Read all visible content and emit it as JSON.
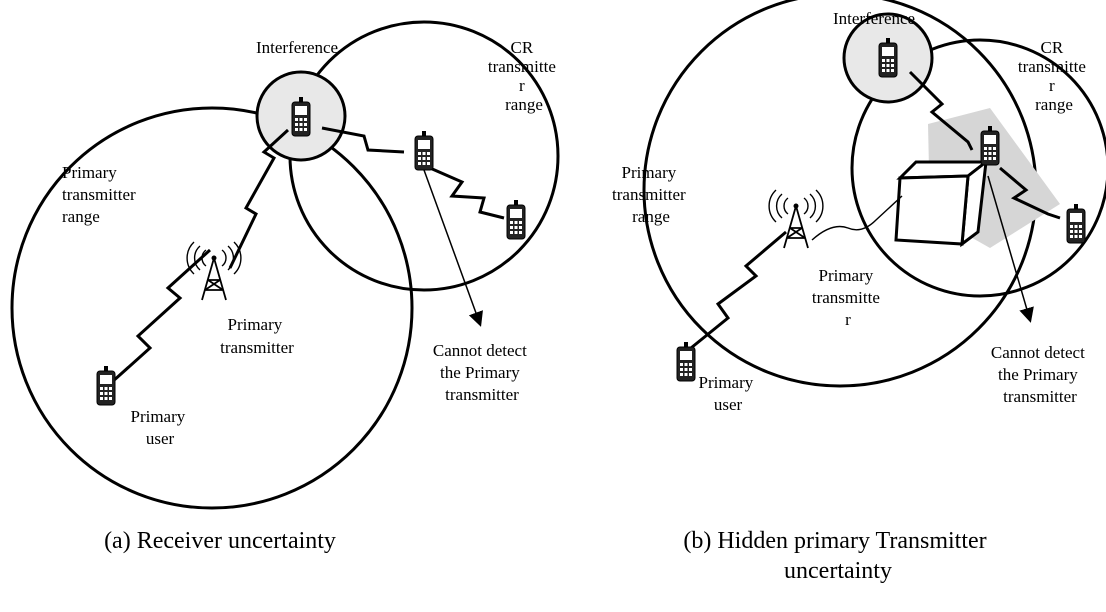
{
  "panel_a": {
    "labels": {
      "interference": "Interference",
      "cr_range": [
        "CR",
        "transmitte",
        "r",
        "range"
      ],
      "primary_range": [
        "Primary",
        "transmitter",
        "range"
      ],
      "primary_transmitter": [
        "Primary",
        "transmitter"
      ],
      "primary_user": [
        "Primary",
        "user"
      ],
      "cannot_detect": [
        "Cannot detect",
        "the Primary",
        "transmitter"
      ]
    },
    "caption": "(a) Receiver uncertainty"
  },
  "panel_b": {
    "labels": {
      "interference": "Interference",
      "cr_range": [
        "CR",
        "transmitte",
        "r",
        "range"
      ],
      "primary_range": [
        "Primary",
        "transmitter",
        "range"
      ],
      "primary_transmitter": [
        "Primary",
        "transmitte",
        "r"
      ],
      "primary_user": [
        "Primary",
        "user"
      ],
      "cannot_detect": [
        "Cannot detect",
        "the Primary",
        "transmitter"
      ]
    },
    "caption": [
      "(b) Hidden primary Transmitter",
      "uncertainty"
    ]
  }
}
